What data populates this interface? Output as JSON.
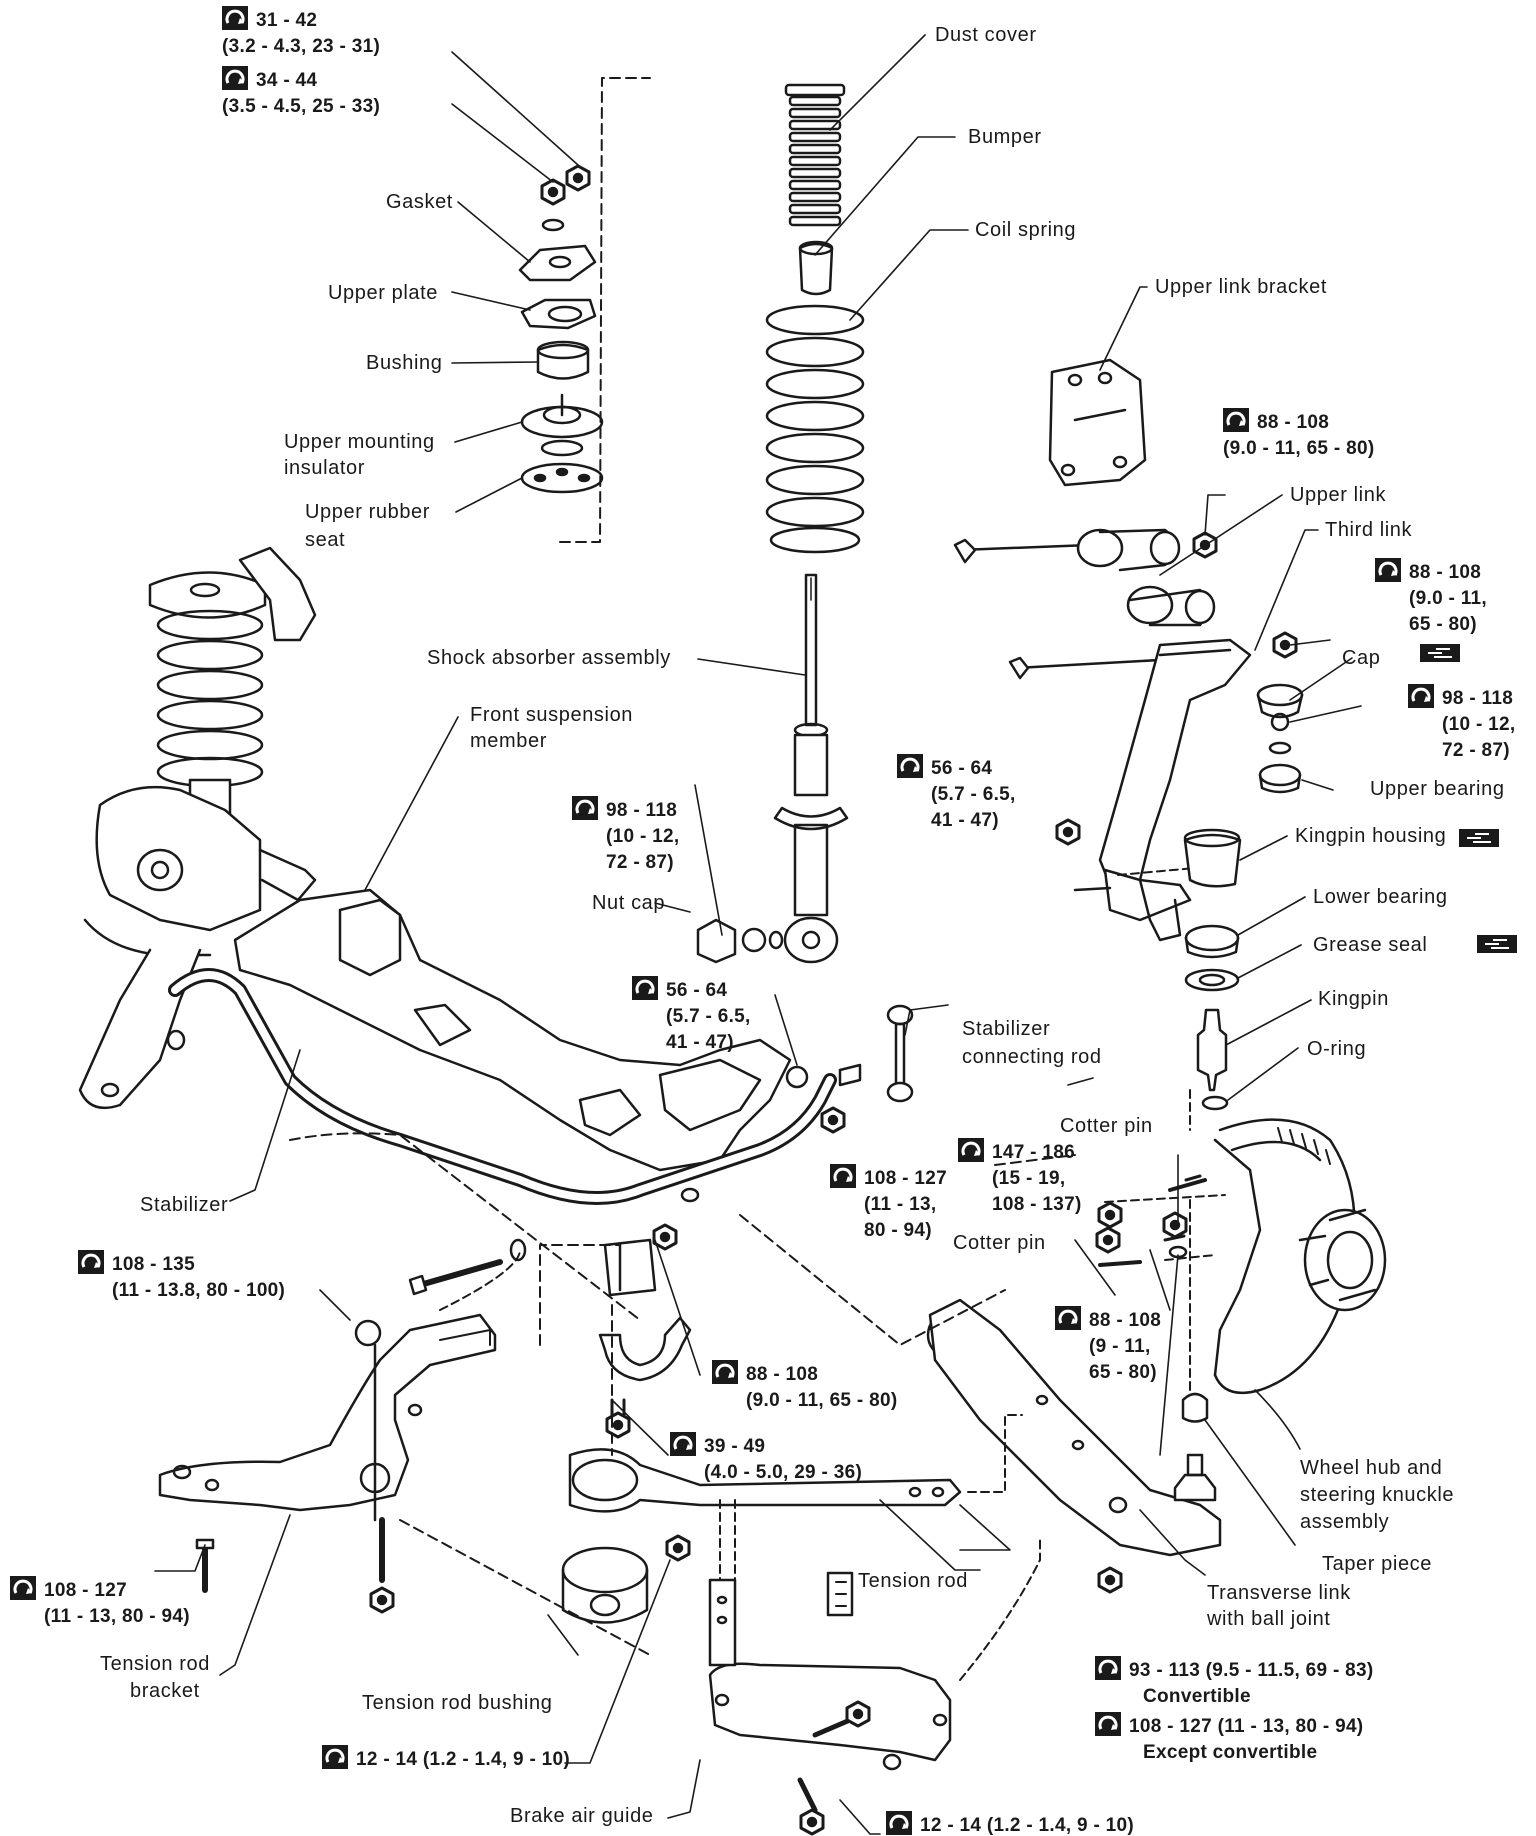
{
  "colors": {
    "ink": "#1a1a1a",
    "paper": "#ffffff"
  },
  "icons": {
    "torque": "torque-wrench-icon",
    "seal": "sealant-apply-icon"
  },
  "labels": {
    "dust_cover": "Dust cover",
    "bumper": "Bumper",
    "coil_spring": "Coil spring",
    "upper_link_bracket": "Upper link bracket",
    "upper_link": "Upper link",
    "third_link": "Third link",
    "cap": "Cap",
    "upper_bearing": "Upper bearing",
    "kingpin_housing": "Kingpin housing",
    "lower_bearing": "Lower bearing",
    "grease_seal": "Grease seal",
    "kingpin": "Kingpin",
    "o_ring": "O-ring",
    "cotter_pin_1": "Cotter pin",
    "cotter_pin_2": "Cotter pin",
    "gasket": "Gasket",
    "upper_plate": "Upper plate",
    "bushing": "Bushing",
    "upper_mounting_insulator_1": "Upper mounting",
    "upper_mounting_insulator_2": "insulator",
    "upper_rubber_seat_1": "Upper rubber",
    "upper_rubber_seat_2": "seat",
    "shock_absorber_assembly": "Shock absorber assembly",
    "front_suspension_member_1": "Front suspension",
    "front_suspension_member_2": "member",
    "nut_cap": "Nut cap",
    "stabilizer_connecting_rod_1": "Stabilizer",
    "stabilizer_connecting_rod_2": "connecting rod",
    "stabilizer": "Stabilizer",
    "wheel_hub_1": "Wheel hub and",
    "wheel_hub_2": "steering knuckle",
    "wheel_hub_3": "assembly",
    "taper_piece": "Taper piece",
    "transverse_link_1": "Transverse link",
    "transverse_link_2": "with ball joint",
    "tension_rod": "Tension rod",
    "tension_rod_bracket_1": "Tension rod",
    "tension_rod_bracket_2": "bracket",
    "tension_rod_bushing": "Tension rod bushing",
    "brake_air_guide": "Brake air guide"
  },
  "torques": {
    "t1": [
      "31 - 42",
      "(3.2 - 4.3, 23 - 31)"
    ],
    "t2": [
      "34 - 44",
      "(3.5 - 4.5, 25 - 33)"
    ],
    "t3": [
      "88 - 108",
      "(9.0 - 11, 65 - 80)"
    ],
    "t4": [
      "88 - 108",
      "(9.0 - 11,",
      "65 - 80)"
    ],
    "t5": [
      "98 - 118",
      "(10 - 12,",
      "72 - 87)"
    ],
    "t6": [
      "56 - 64",
      "(5.7 - 6.5,",
      "41 - 47)"
    ],
    "t7": [
      "98 - 118",
      "(10 - 12,",
      "72 - 87)"
    ],
    "t8": [
      "56 - 64",
      "(5.7 - 6.5,",
      "41 - 47)"
    ],
    "t9": [
      "147 - 186",
      "(15 - 19,",
      "108 - 137)"
    ],
    "t10": [
      "108 - 127",
      "(11 - 13,",
      "80 - 94)"
    ],
    "t11": [
      "108 - 135",
      "(11 - 13.8, 80 - 100)"
    ],
    "t12": [
      "88 - 108",
      "(9 - 11,",
      "65 - 80)"
    ],
    "t13": [
      "88 - 108",
      "(9.0 - 11, 65 - 80)"
    ],
    "t14": [
      "39 - 49",
      "(4.0 - 5.0, 29 - 36)"
    ],
    "t15": [
      "108 - 127",
      "(11 - 13, 80 - 94)"
    ],
    "t16": [
      "93 - 113 (9.5 - 11.5, 69 - 83)",
      "Convertible"
    ],
    "t17": [
      "108 - 127 (11 - 13, 80 - 94)",
      "Except convertible"
    ],
    "t18": [
      "12 - 14 (1.2 - 1.4, 9 - 10)"
    ],
    "t19": [
      "12 - 14 (1.2 - 1.4, 9 - 10)"
    ]
  }
}
